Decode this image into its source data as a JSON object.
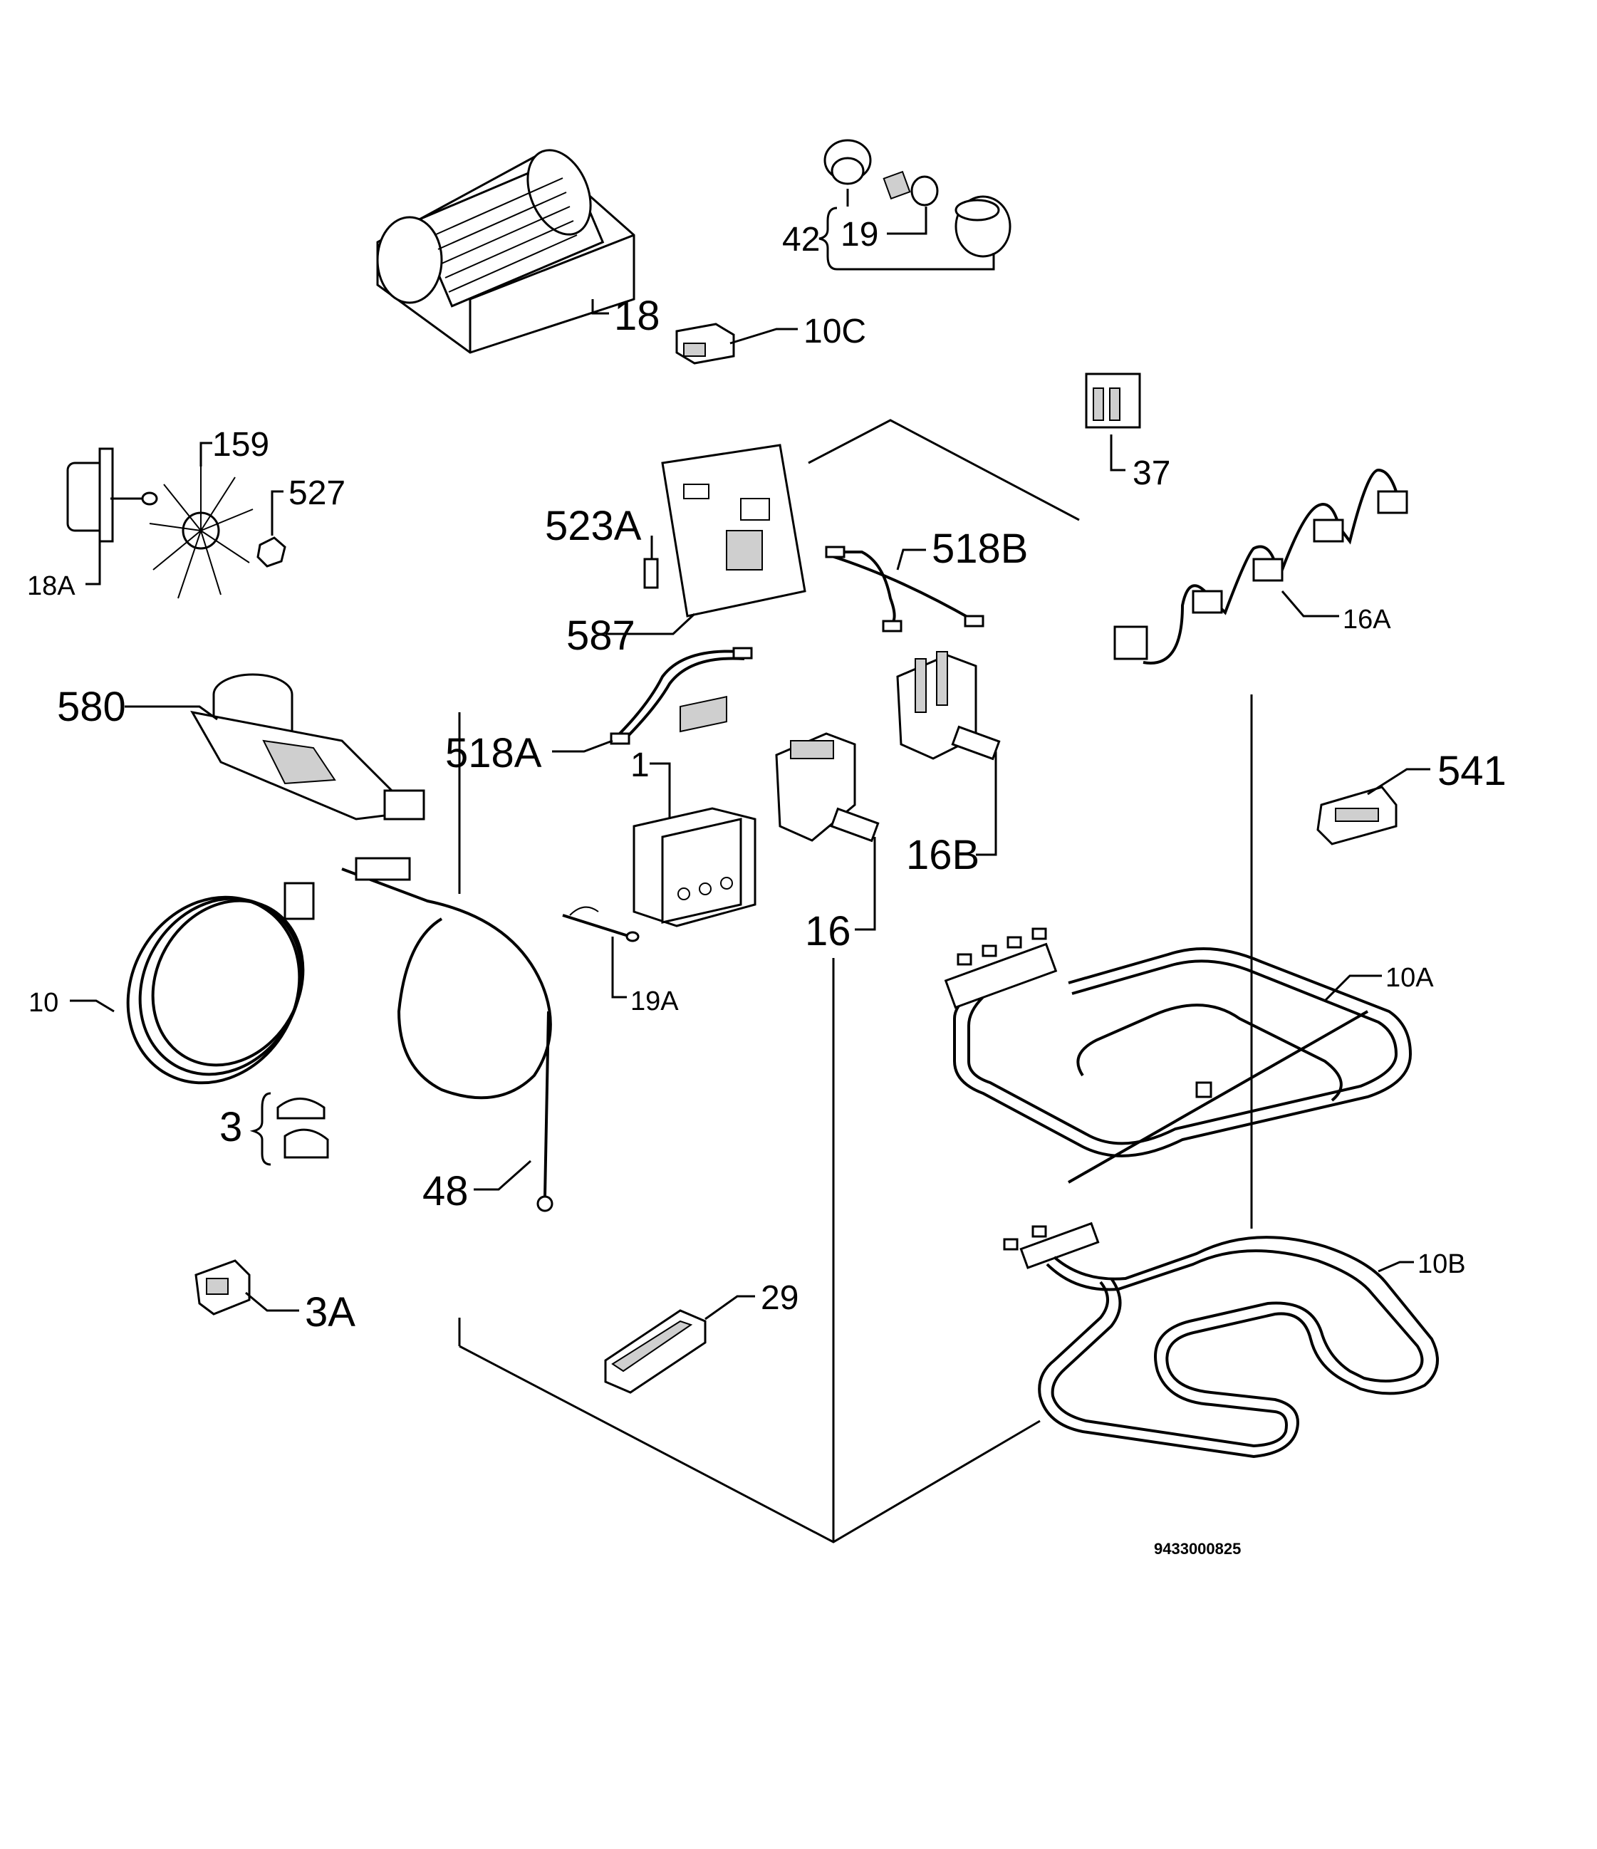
{
  "doc_number": "9433000825",
  "labels": {
    "p18": "18",
    "p19": "19",
    "p42": "42",
    "p10c": "10C",
    "p159": "159",
    "p527": "527",
    "p18a": "18A",
    "p37": "37",
    "p523a": "523A",
    "p518b": "518B",
    "p16a": "16A",
    "p587": "587",
    "p580": "580",
    "p518a": "518A",
    "p1": "1",
    "p541": "541",
    "p16b": "16B",
    "p16": "16",
    "p19a": "19A",
    "p10a": "10A",
    "p10": "10",
    "p3": "3",
    "p48": "48",
    "p10b": "10B",
    "p3a": "3A",
    "p29": "29"
  }
}
